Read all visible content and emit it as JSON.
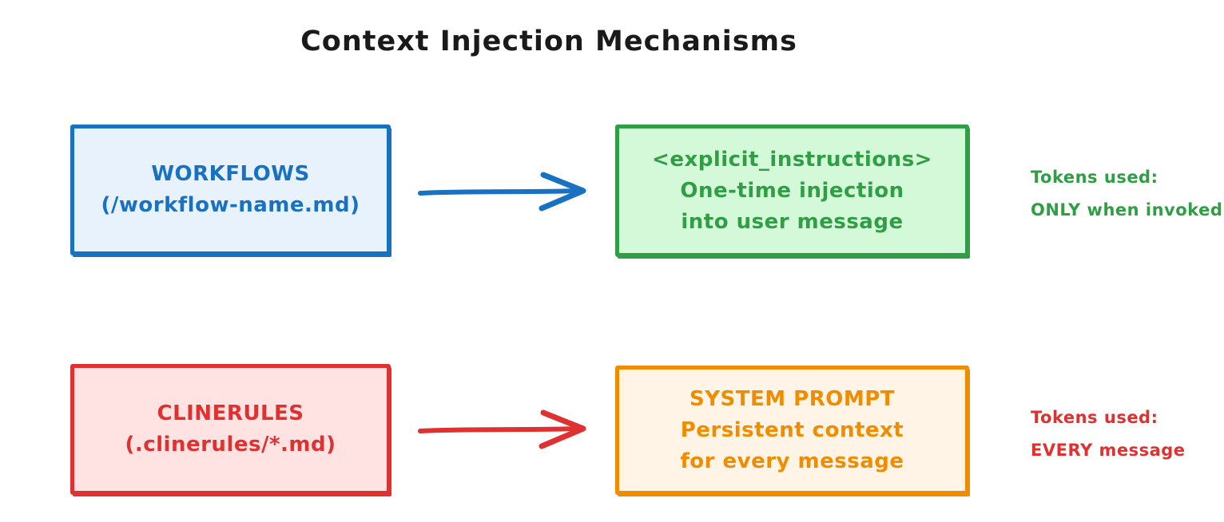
{
  "title": "Context Injection Mechanisms",
  "title_color": "#1a1a1a",
  "rows": [
    {
      "source_box": {
        "lines": [
          "WORKFLOWS",
          "(/workflow-name.md)"
        ],
        "stroke_color": "#1971c2",
        "fill_color": "#e8f2fc"
      },
      "arrow": {
        "color": "#1971c2",
        "direction": "right"
      },
      "target_box": {
        "lines": [
          "<explicit_instructions>",
          "One-time injection",
          "into user message"
        ],
        "stroke_color": "#2f9e44",
        "fill_color": "#d3f9d8"
      },
      "note": {
        "lines": [
          "Tokens used:",
          "ONLY when invoked"
        ],
        "color": "#2f9e44"
      }
    },
    {
      "source_box": {
        "lines": [
          "CLINERULES",
          "(.clinerules/*.md)"
        ],
        "stroke_color": "#e03131",
        "fill_color": "#ffe3e3"
      },
      "arrow": {
        "color": "#e03131",
        "direction": "right"
      },
      "target_box": {
        "lines": [
          "SYSTEM PROMPT",
          "Persistent context",
          "for every message"
        ],
        "stroke_color": "#f08c00",
        "fill_color": "#fff4e6"
      },
      "note": {
        "lines": [
          "Tokens used:",
          "EVERY message"
        ],
        "color": "#e03131"
      }
    }
  ]
}
